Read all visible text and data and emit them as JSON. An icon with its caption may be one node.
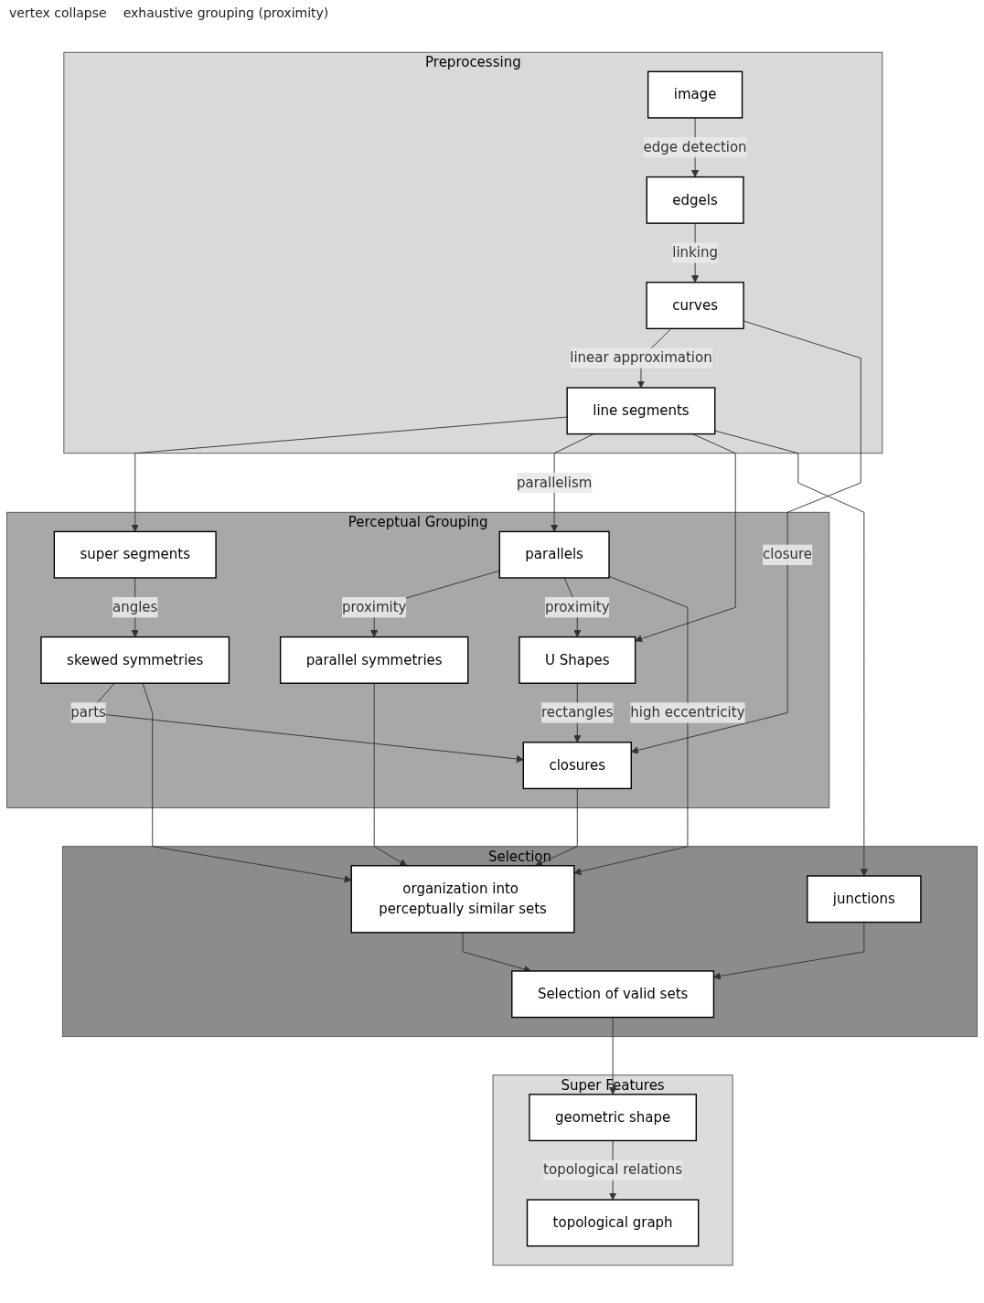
{
  "diagram": {
    "nodes": [
      {
        "text": [
          "Preprocessing"
        ]
      },
      {
        "text": [
          "image"
        ],
        "in": 0
      },
      {
        "text": [
          "edgels"
        ],
        "in": 0
      },
      {
        "text": [
          "curves"
        ],
        "in": 0
      },
      {
        "text": [
          "line segments"
        ],
        "in": 0
      },
      {
        "text": [
          "Perceptual Grouping"
        ]
      },
      {
        "text": [
          "super segments"
        ],
        "in": 5
      },
      {
        "text": [
          "parallels"
        ],
        "in": 5
      },
      {
        "text": [
          "skewed symmetries"
        ],
        "in": 5
      },
      {
        "text": [
          "parallel symmetries"
        ],
        "in": 5
      },
      {
        "text": [
          "U Shapes"
        ],
        "in": 5
      },
      {
        "text": [
          "closures"
        ],
        "in": 5
      },
      {
        "text": [
          "Selection"
        ]
      },
      {
        "text": [
          "organization into perceptually similar sets"
        ],
        "in": 12
      },
      {
        "text": [
          "junctions"
        ],
        "in": 12
      },
      {
        "text": [
          "Selection of valid sets"
        ],
        "in": 12
      },
      {
        "text": [
          "Super Features"
        ]
      },
      {
        "text": [
          "geometric shape"
        ],
        "in": 16
      },
      {
        "text": [
          "topological graph"
        ],
        "in": 16
      }
    ],
    "edges": [
      {
        "from": 1,
        "to": 2,
        "arrow": "to",
        "label": "edge detection"
      },
      {
        "from": 2,
        "to": 3,
        "arrow": "to",
        "label": "linking"
      },
      {
        "from": 3,
        "to": 4,
        "arrow": "to",
        "label": "linear approximation"
      },
      {
        "from": 3,
        "to": 11,
        "arrow": "to",
        "label": "closure"
      },
      {
        "from": 4,
        "to": 6,
        "arrow": "to"
      },
      {
        "from": 4,
        "to": 7,
        "arrow": "to",
        "label": "parallelism"
      },
      {
        "from": 4,
        "to": 10,
        "arrow": "to"
      },
      {
        "from": 4,
        "to": 14,
        "arrow": "to"
      },
      {
        "from": 6,
        "to": 8,
        "arrow": "to",
        "label": "angles"
      },
      {
        "from": 7,
        "to": 9,
        "arrow": "to",
        "label": "proximity"
      },
      {
        "from": 7,
        "to": 10,
        "arrow": "to",
        "label": "proximity"
      },
      {
        "from": 7,
        "to": 13,
        "arrow": "to",
        "label": "high eccentricity"
      },
      {
        "from": 8,
        "to": 11,
        "arrow": "to",
        "label": "parts"
      },
      {
        "from": 8,
        "to": 13,
        "arrow": "to"
      },
      {
        "from": 10,
        "to": 11,
        "arrow": "to",
        "label": "rectangles"
      },
      {
        "from": 9,
        "to": 13,
        "arrow": "to"
      },
      {
        "from": 11,
        "to": 13,
        "arrow": "to"
      },
      {
        "from": 13,
        "to": 15,
        "arrow": "to"
      },
      {
        "from": 14,
        "to": 15,
        "arrow": "to"
      },
      {
        "from": 15,
        "to": 17,
        "arrow": "to"
      },
      {
        "from": 17,
        "to": 18,
        "arrow": "to",
        "label": "topological relations"
      }
    ],
    "labels": [
      "vertex collapse",
      "exhaustive grouping (proximity)"
    ]
  }
}
